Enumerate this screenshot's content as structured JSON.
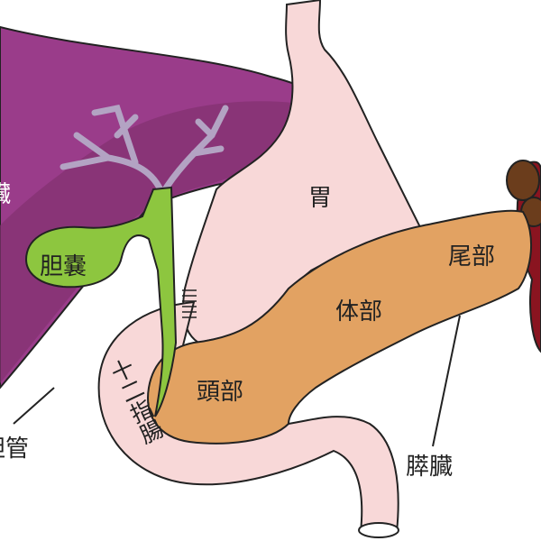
{
  "labels": {
    "liver_partial": "臓",
    "bile_duct_partial": "胆管",
    "stomach": "胃",
    "gallbladder": "胆嚢",
    "pancreas_tail": "尾部",
    "pancreas_body": "体部",
    "pancreas_head": "頭部",
    "pancreas": "膵臓",
    "duodenum": "十二指腸"
  },
  "colors": {
    "liver": "#9a3c8a",
    "liver_dark": "#82306f",
    "stomach": "#f8d8d8",
    "pancreas": "#e2a262",
    "gallbladder": "#8dc63f",
    "spleen": "#8a1420",
    "spleen_vessel": "#6b3d1c",
    "bile_vessels": "#b3a3c3"
  }
}
